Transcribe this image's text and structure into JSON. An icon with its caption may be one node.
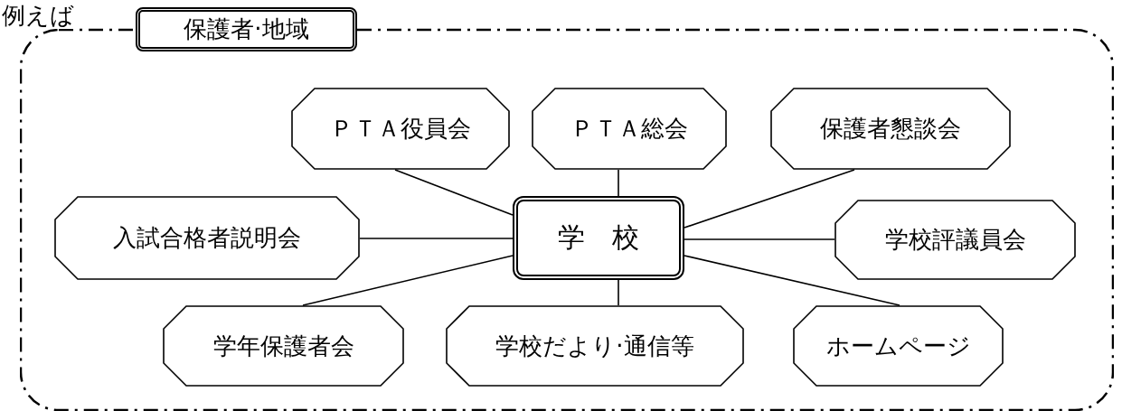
{
  "diagram": {
    "nodes": [
      {
        "text": [
          "保護者·地域"
        ]
      },
      {
        "text": [
          "学　校"
        ],
        "in": 0
      },
      {
        "text": [
          "ＰＴＡ役員会"
        ],
        "in": 0
      },
      {
        "text": [
          "ＰＴＡ総会"
        ],
        "in": 0
      },
      {
        "text": [
          "保護者懇談会"
        ],
        "in": 0
      },
      {
        "text": [
          "入試合格者説明会"
        ],
        "in": 0
      },
      {
        "text": [
          "学校評議員会"
        ],
        "in": 0
      },
      {
        "text": [
          "学年保護者会"
        ],
        "in": 0
      },
      {
        "text": [
          "学校だより·通信等"
        ],
        "in": 0
      },
      {
        "text": [
          "ホームページ"
        ],
        "in": 0
      }
    ],
    "edges": [
      {
        "from": 1,
        "to": 2,
        "arrow": "none"
      },
      {
        "from": 1,
        "to": 3,
        "arrow": "none"
      },
      {
        "from": 1,
        "to": 4,
        "arrow": "none"
      },
      {
        "from": 1,
        "to": 5,
        "arrow": "none"
      },
      {
        "from": 1,
        "to": 6,
        "arrow": "none"
      },
      {
        "from": 1,
        "to": 7,
        "arrow": "none"
      },
      {
        "from": 1,
        "to": 8,
        "arrow": "none"
      },
      {
        "from": 1,
        "to": 9,
        "arrow": "none"
      }
    ],
    "labels": [
      "例えば"
    ]
  }
}
